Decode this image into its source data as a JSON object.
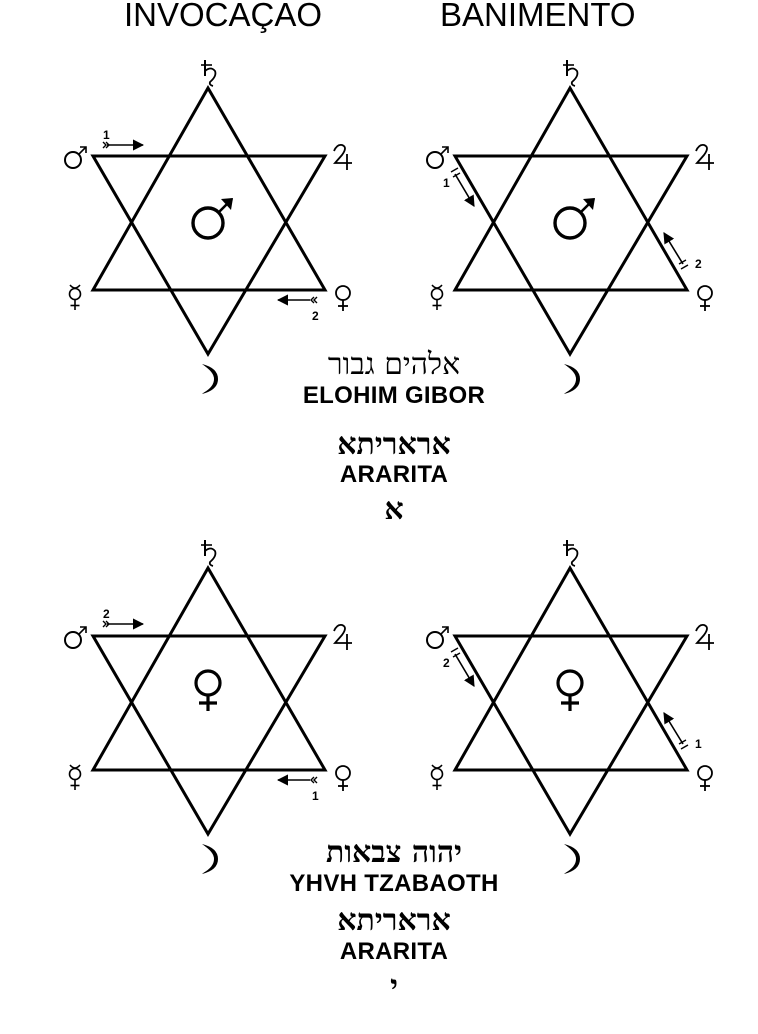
{
  "headings": {
    "invocation": "INVOCAÇAO",
    "banishing": "BANIMENTO"
  },
  "planet_symbols": {
    "saturn": "♄",
    "jupiter": "♃",
    "mars": "♂",
    "venus": "♀",
    "mercury": "☿",
    "moon": "☽"
  },
  "diagrams": [
    {
      "id": "mars-invocation",
      "mode": "invocation",
      "center_symbol": "mars",
      "strokes": [
        {
          "order": "1",
          "from": "mars",
          "direction": "right along top edge"
        },
        {
          "order": "2",
          "from": "venus",
          "direction": "left along bottom edge"
        }
      ]
    },
    {
      "id": "mars-banishing",
      "mode": "banishing",
      "center_symbol": "mars",
      "strokes": [
        {
          "order": "1",
          "from": "mars",
          "direction": "down-right along diagonal"
        },
        {
          "order": "2",
          "from": "venus",
          "direction": "up-left along diagonal"
        }
      ]
    },
    {
      "id": "venus-invocation",
      "mode": "invocation",
      "center_symbol": "venus",
      "strokes": [
        {
          "order": "2",
          "from": "mars",
          "direction": "right along top edge"
        },
        {
          "order": "1",
          "from": "venus",
          "direction": "left along bottom edge"
        }
      ]
    },
    {
      "id": "venus-banishing",
      "mode": "banishing",
      "center_symbol": "venus",
      "strokes": [
        {
          "order": "2",
          "from": "mars",
          "direction": "down-right along diagonal"
        },
        {
          "order": "1",
          "from": "venus",
          "direction": "up-left along diagonal"
        }
      ]
    }
  ],
  "stroke_labels": {
    "one": "1",
    "two": "2"
  },
  "mars_section": {
    "divine_name_hebrew": "אלהים גבור",
    "divine_name_latin": "ELOHIM  GIBOR",
    "ararita_hebrew": "אראריתא",
    "ararita_latin": "ARARITA",
    "letter_hebrew": "א"
  },
  "venus_section": {
    "divine_name_hebrew": "יהוה צבאות",
    "divine_name_latin": "YHVH  TZABAOTH",
    "ararita_hebrew": "אראריתא",
    "ararita_latin": "ARARITA",
    "letter_hebrew": "י"
  },
  "colors": {
    "ink": "#000000",
    "background": "#ffffff"
  }
}
